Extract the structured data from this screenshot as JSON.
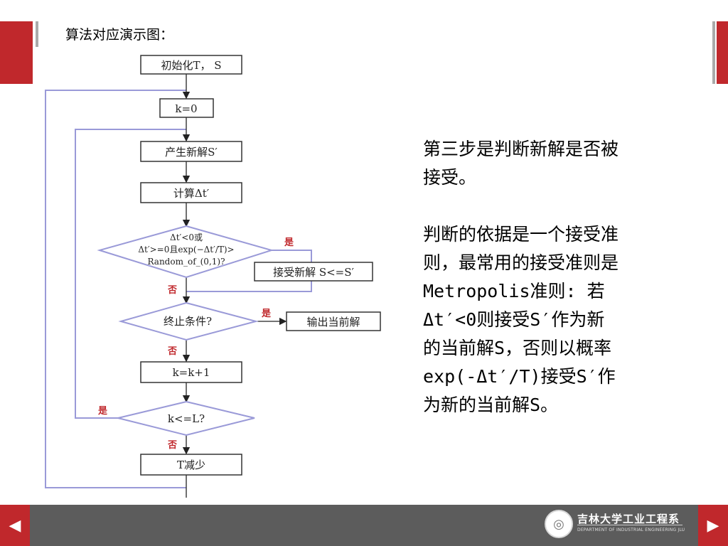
{
  "slide": {
    "title": "算法对应演示图："
  },
  "flowchart": {
    "init": "初始化T， S",
    "k0": "k=0",
    "gen": "产生新解S′",
    "calc": "计算Δt′",
    "accept_cond_line1": "Δt′<0或",
    "accept_cond_line2": "Δt′>=0且exp(−Δt′/T)>",
    "accept_cond_line3": "Random_of_(0,1)?",
    "accept": "接受新解 S<=S′",
    "stop_cond": "终止条件?",
    "output": "输出当前解",
    "inc": "k=k+1",
    "kcheck": "k<=L?",
    "tdec": "T减少",
    "yes": "是",
    "no": "否"
  },
  "description": {
    "para1": [
      "第三步是判断新解是否被",
      "接受。"
    ],
    "para2": [
      "判断的依据是一个接受准",
      "则，最常用的接受准则是",
      "Metropolis准则: 若",
      "Δt′<0则接受S′作为新",
      "的当前解S，否则以概率",
      "exp(-Δt′/T)接受S′作",
      "为新的当前解S。"
    ]
  },
  "footer": {
    "university": "吉林大学工业工程系",
    "department": "DEPARTMENT OF INDUSTRIAL ENGINEERING JLU",
    "prev_icon": "triangle-left-icon",
    "next_icon": "triangle-right-icon",
    "logo_icon": "university-seal-icon"
  },
  "colors": {
    "accent": "#c0282c",
    "footer": "#5c5c5c",
    "loop": "#9a9ad8"
  }
}
